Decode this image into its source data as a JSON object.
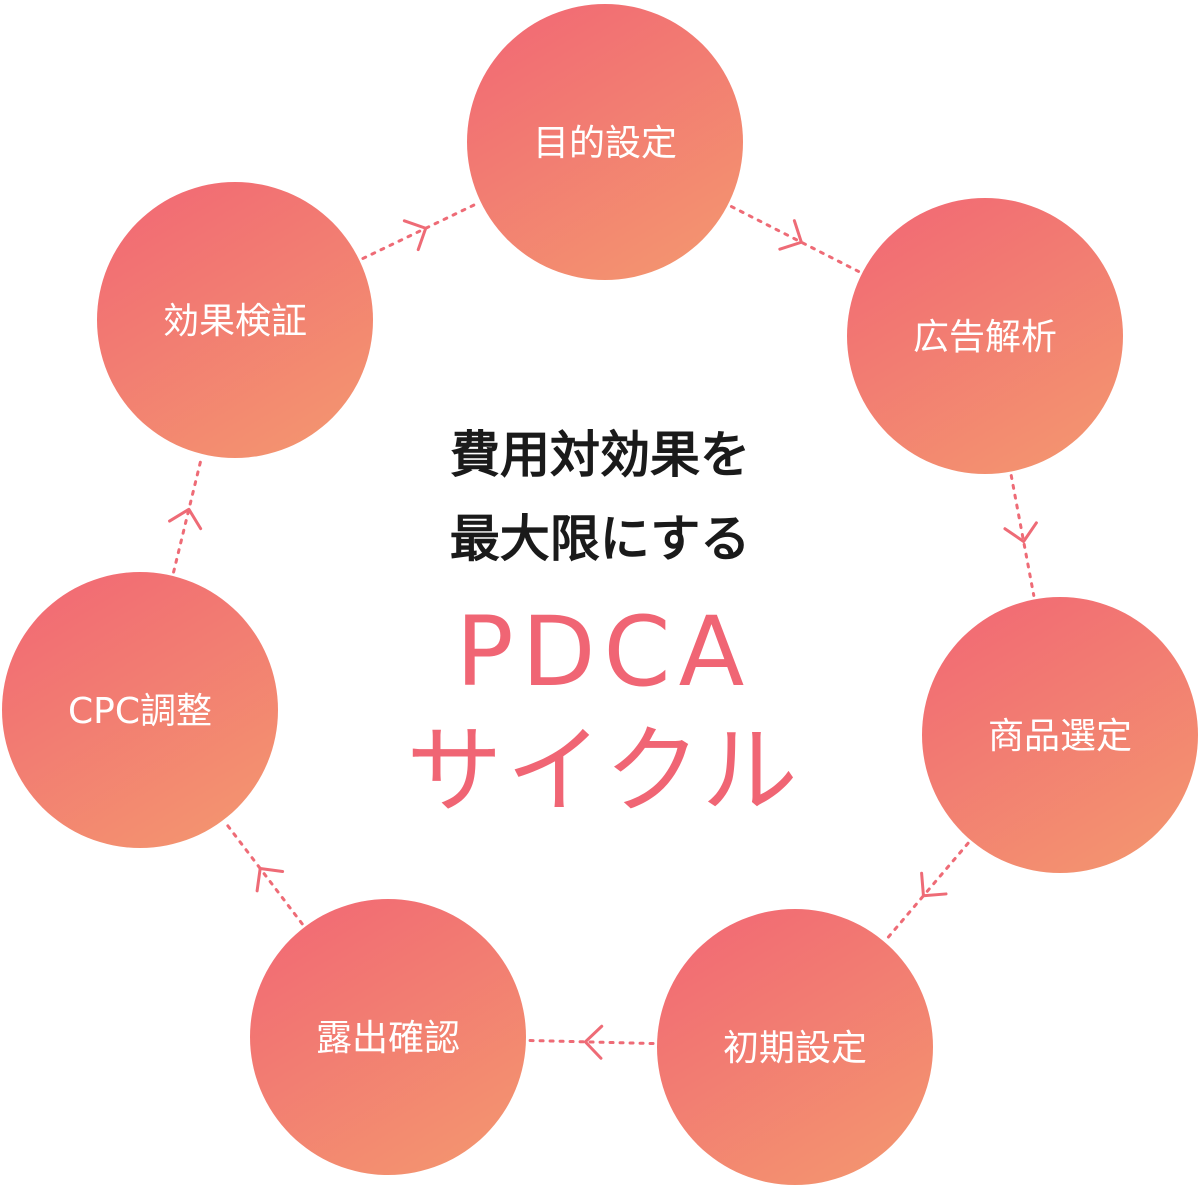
{
  "center": {
    "line1": "費用対効果を",
    "line2": "最大限にする",
    "title1": "PDCA",
    "title2": "サイクル"
  },
  "nodes": [
    {
      "id": "goal-setting",
      "label": "目的設定"
    },
    {
      "id": "ad-analysis",
      "label": "広告解析"
    },
    {
      "id": "product-selection",
      "label": "商品選定"
    },
    {
      "id": "initial-setup",
      "label": "初期設定"
    },
    {
      "id": "exposure-check",
      "label": "露出確認"
    },
    {
      "id": "cpc-adjustment",
      "label": "CPC調整"
    },
    {
      "id": "effect-verification",
      "label": "効果検証"
    }
  ],
  "colors": {
    "node_top": "#f26a74",
    "node_bottom": "#f3956f",
    "connector": "#ee6b76",
    "title": "#f06574",
    "heading": "#1a1a1a"
  }
}
